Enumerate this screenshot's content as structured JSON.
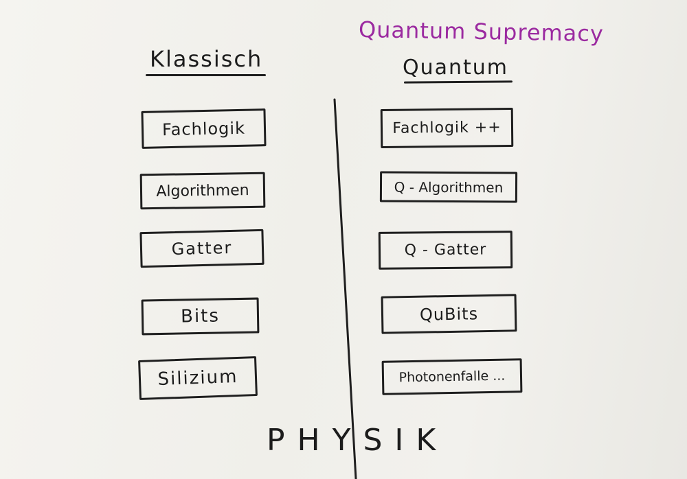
{
  "board": {
    "title": "Quantum Supremacy",
    "left_heading": "Klassisch",
    "right_heading": "Quantum",
    "bottom_label": "PHYSIK"
  },
  "left_column": [
    "Fachlogik",
    "Algorithmen",
    "Gatter",
    "Bits",
    "Silizium"
  ],
  "right_column": [
    "Fachlogik ++",
    "Q - Algorithmen",
    "Q - Gatter",
    "QuBits",
    "Photonenfalle ..."
  ],
  "colors": {
    "ink": "#1c1c1c",
    "title_marker": "#9b2aa0",
    "paper": "#f3f2ee"
  }
}
